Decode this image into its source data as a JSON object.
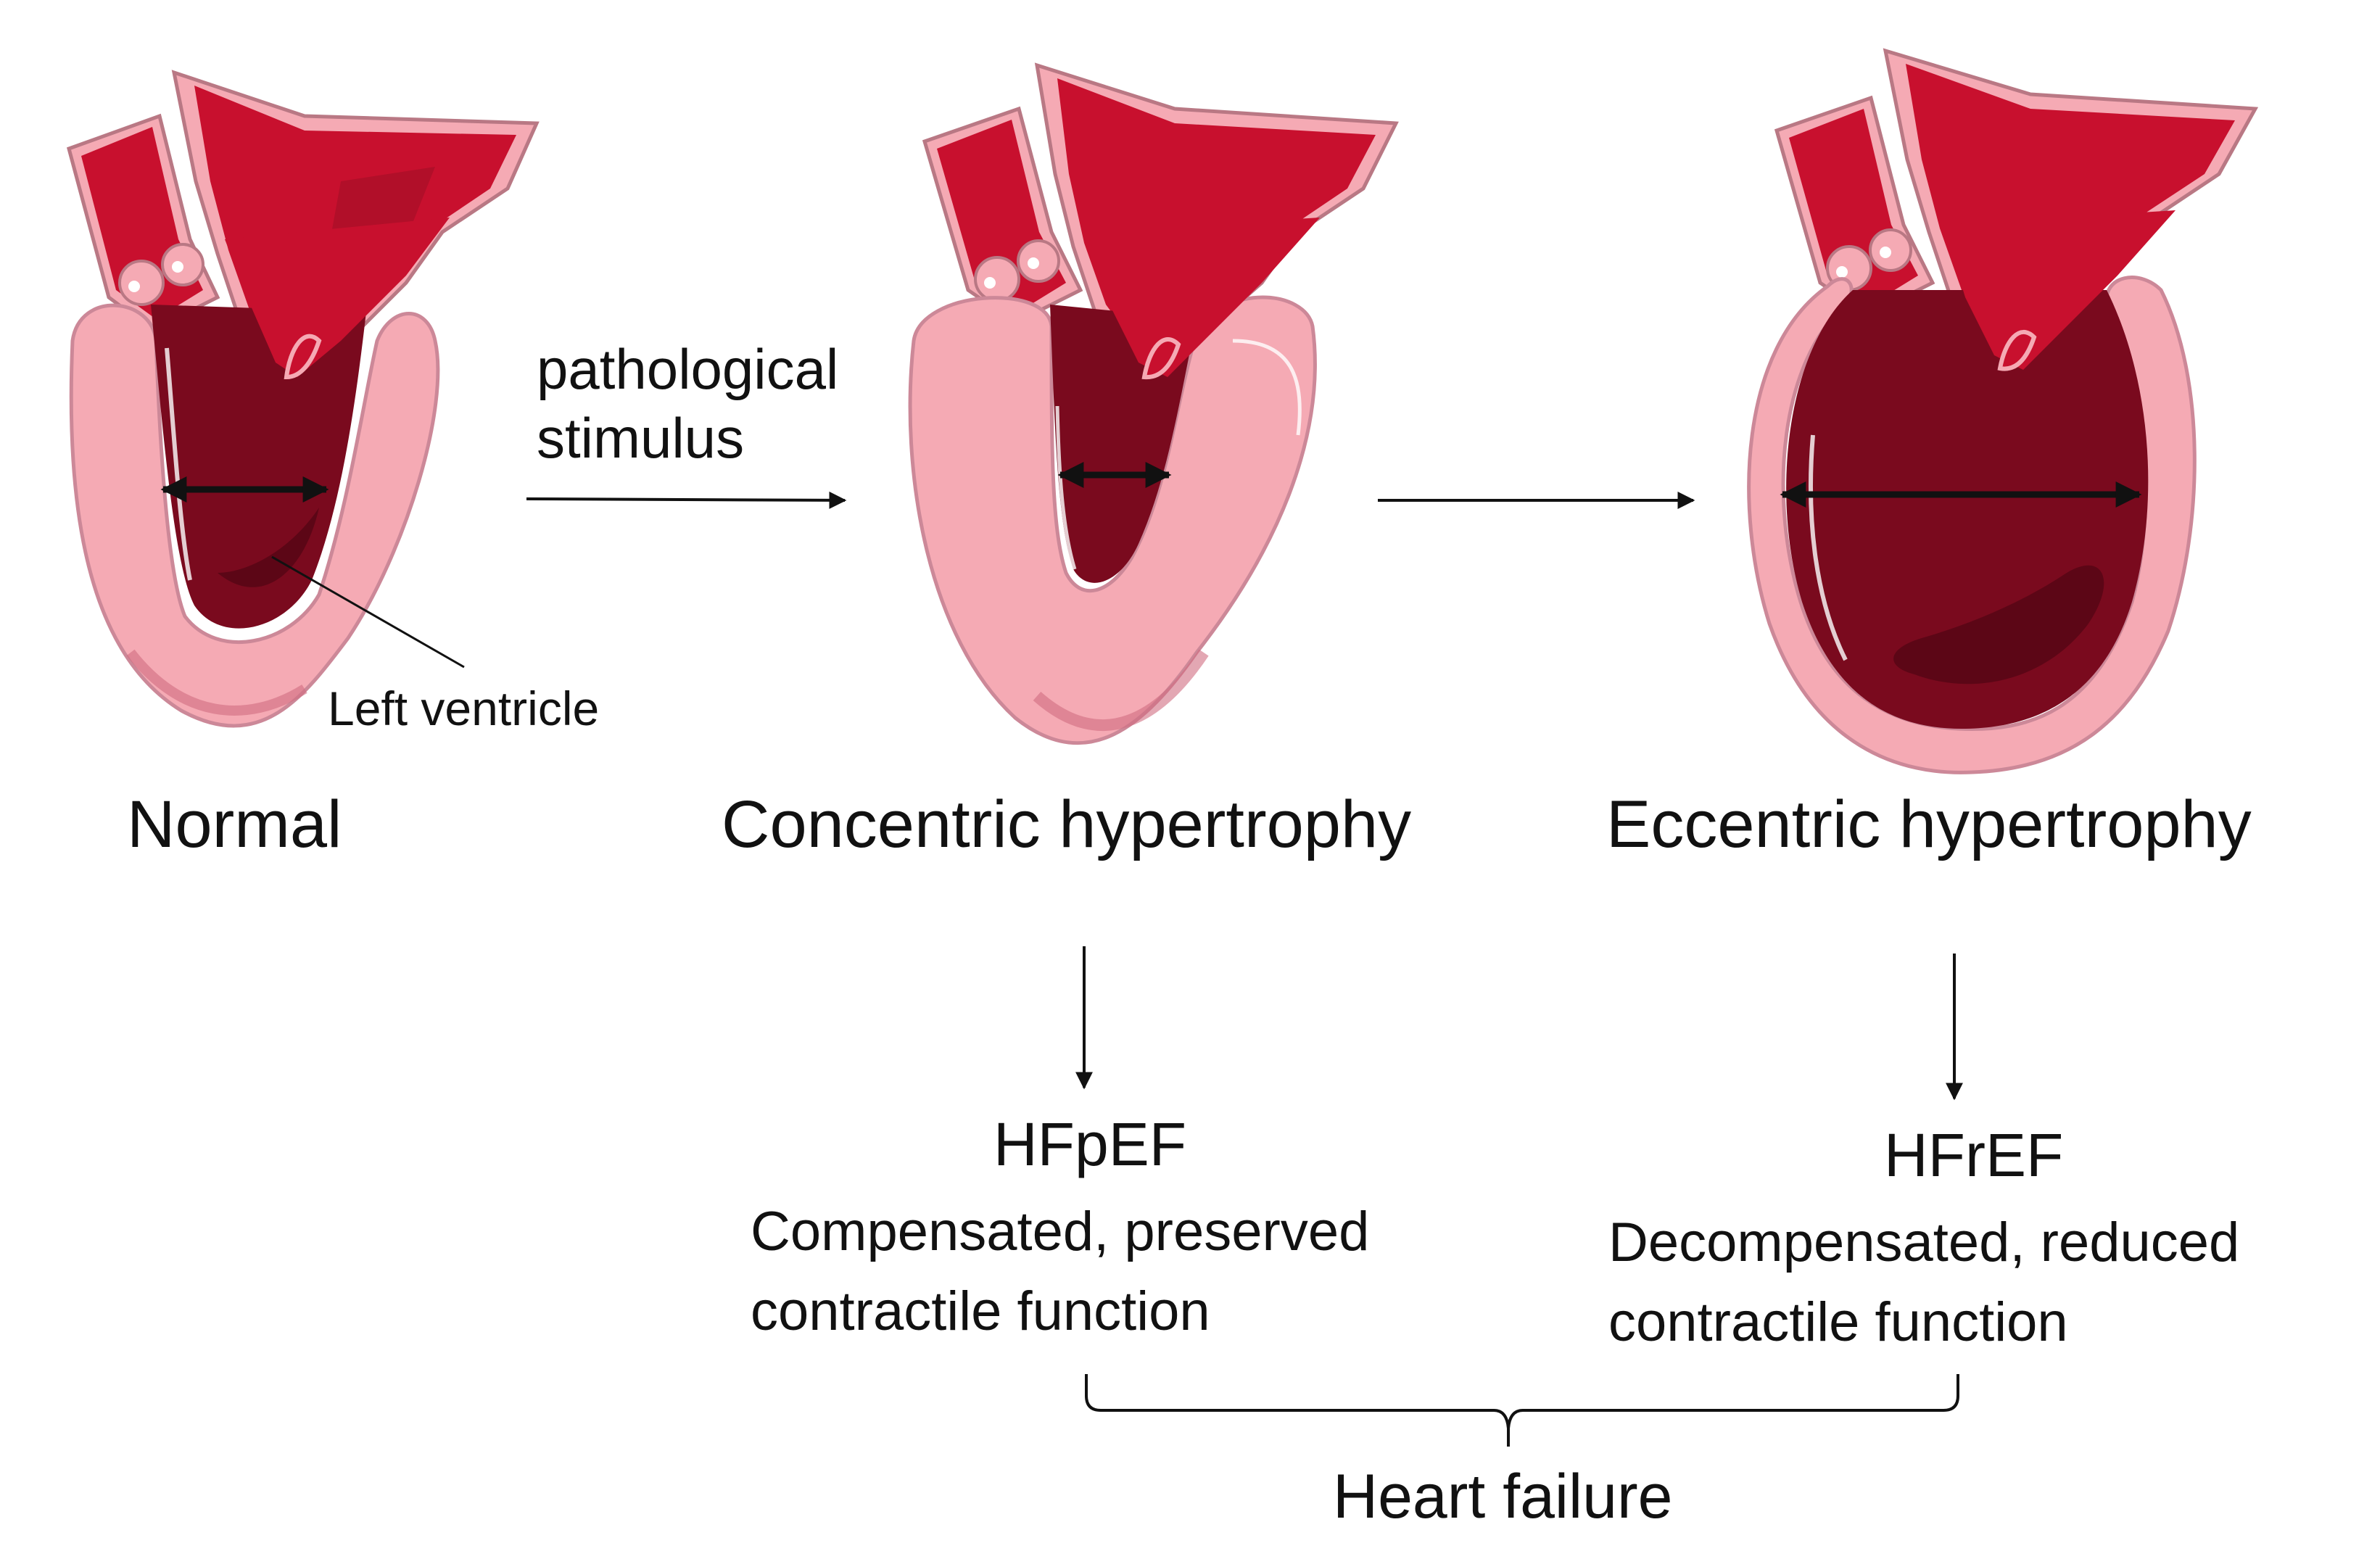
{
  "stages": [
    {
      "id": "normal",
      "label": "Normal"
    },
    {
      "id": "concentric",
      "label": "Concentric hypertrophy"
    },
    {
      "id": "eccentric",
      "label": "Eccentric hypertrophy"
    }
  ],
  "annotations": {
    "left_ventricle": "Left ventricle",
    "stimulus_line1": "pathological",
    "stimulus_line2": "stimulus"
  },
  "outcomes": {
    "hfpef": {
      "title": "HFpEF",
      "desc_line1": "Compensated, preserved",
      "desc_line2": "contractile function"
    },
    "hfref": {
      "title": "HFrEF",
      "desc_line1": "Decompensated, reduced",
      "desc_line2": "contractile function"
    }
  },
  "summary": "Heart failure",
  "colors": {
    "muscle_pink": "#f5aab4",
    "muscle_shadow": "#d88a98",
    "vessel_red": "#c8102e",
    "vessel_dark": "#9e0f26",
    "chamber_dark": "#7a0a1e",
    "chamber_deep": "#5c0616",
    "line": "#111111"
  }
}
